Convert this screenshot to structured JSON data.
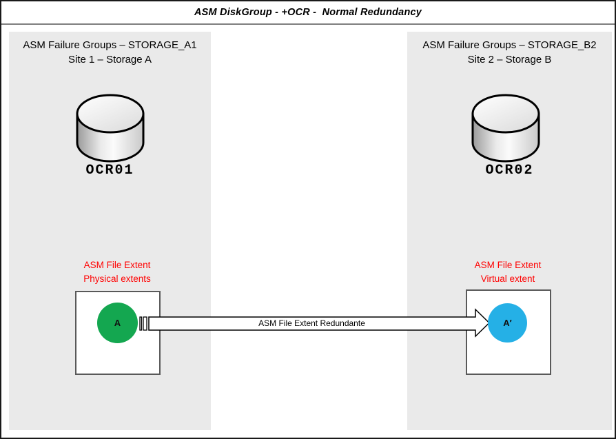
{
  "title": "ASM DiskGroup - +OCR -  Normal Redundancy",
  "colors": {
    "panel_background": "#eaeaea",
    "extent_physical": "#14a750",
    "extent_virtual": "#25b0e6",
    "extent_label_text": "#ff0000",
    "box_border": "#595959",
    "title_separator": "#7f7f7f"
  },
  "panels": [
    {
      "header_line1": "ASM Failure Groups – STORAGE_A1",
      "header_line2": "Site 1 – Storage A",
      "disk_icon": "database-cylinder-icon",
      "disk_label": "OCR01",
      "extent_label_line1": "ASM File Extent",
      "extent_label_line2": "Physical extents",
      "extent_letter": "A",
      "extent_color": "#14a750"
    },
    {
      "header_line1": "ASM Failure Groups – STORAGE_B2",
      "header_line2": "Site 2 – Storage B",
      "disk_icon": "database-cylinder-icon",
      "disk_label": "OCR02",
      "extent_label_line1": "ASM File Extent",
      "extent_label_line2": "Virtual extent",
      "extent_letter": "A′",
      "extent_color": "#25b0e6"
    }
  ],
  "arrow": {
    "label": "ASM File Extent Redundante",
    "style": "striped-right-arrow"
  }
}
